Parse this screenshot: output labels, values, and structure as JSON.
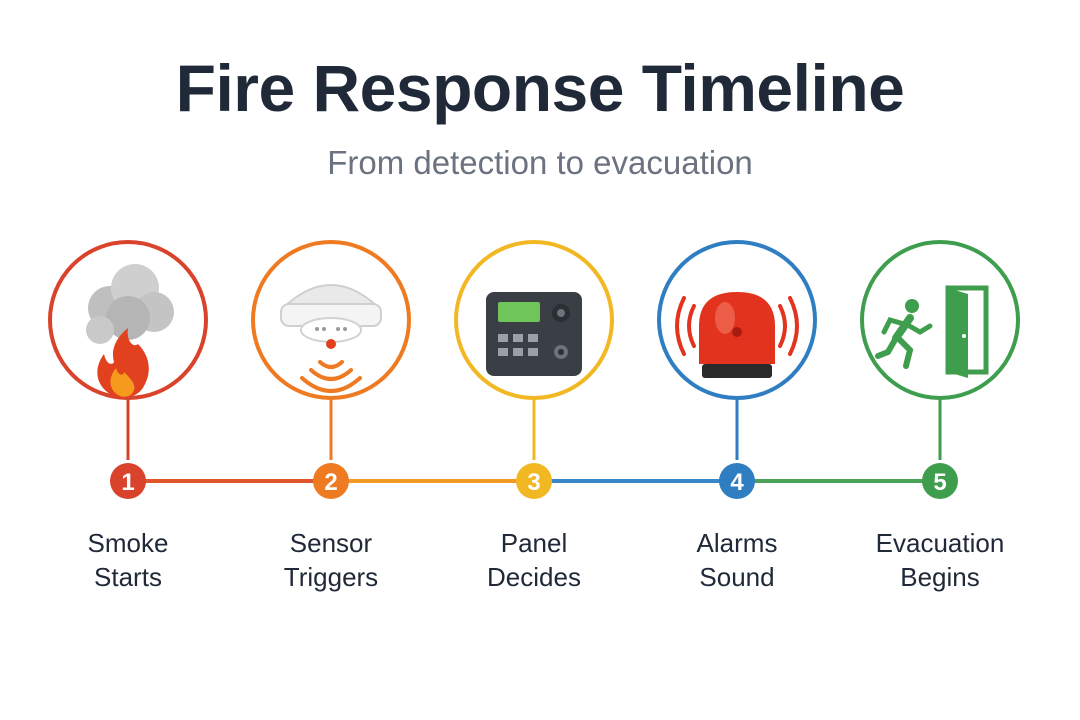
{
  "title": "Fire Response Timeline",
  "subtitle": "From detection to evacuation",
  "steps": [
    {
      "number": "1",
      "line1": "Smoke",
      "line2": "Starts",
      "color": "#d9432b",
      "icon": "fire-smoke-icon"
    },
    {
      "number": "2",
      "line1": "Sensor",
      "line2": "Triggers",
      "color": "#ee7a22",
      "icon": "smoke-detector-icon"
    },
    {
      "number": "3",
      "line1": "Panel",
      "line2": "Decides",
      "color": "#f2b824",
      "icon": "control-panel-icon"
    },
    {
      "number": "4",
      "line1": "Alarms",
      "line2": "Sound",
      "color": "#2f7ec1",
      "icon": "alarm-bell-icon"
    },
    {
      "number": "5",
      "line1": "Evacuation",
      "line2": "Begins",
      "color": "#3f9e4d",
      "icon": "emergency-exit-icon"
    }
  ]
}
